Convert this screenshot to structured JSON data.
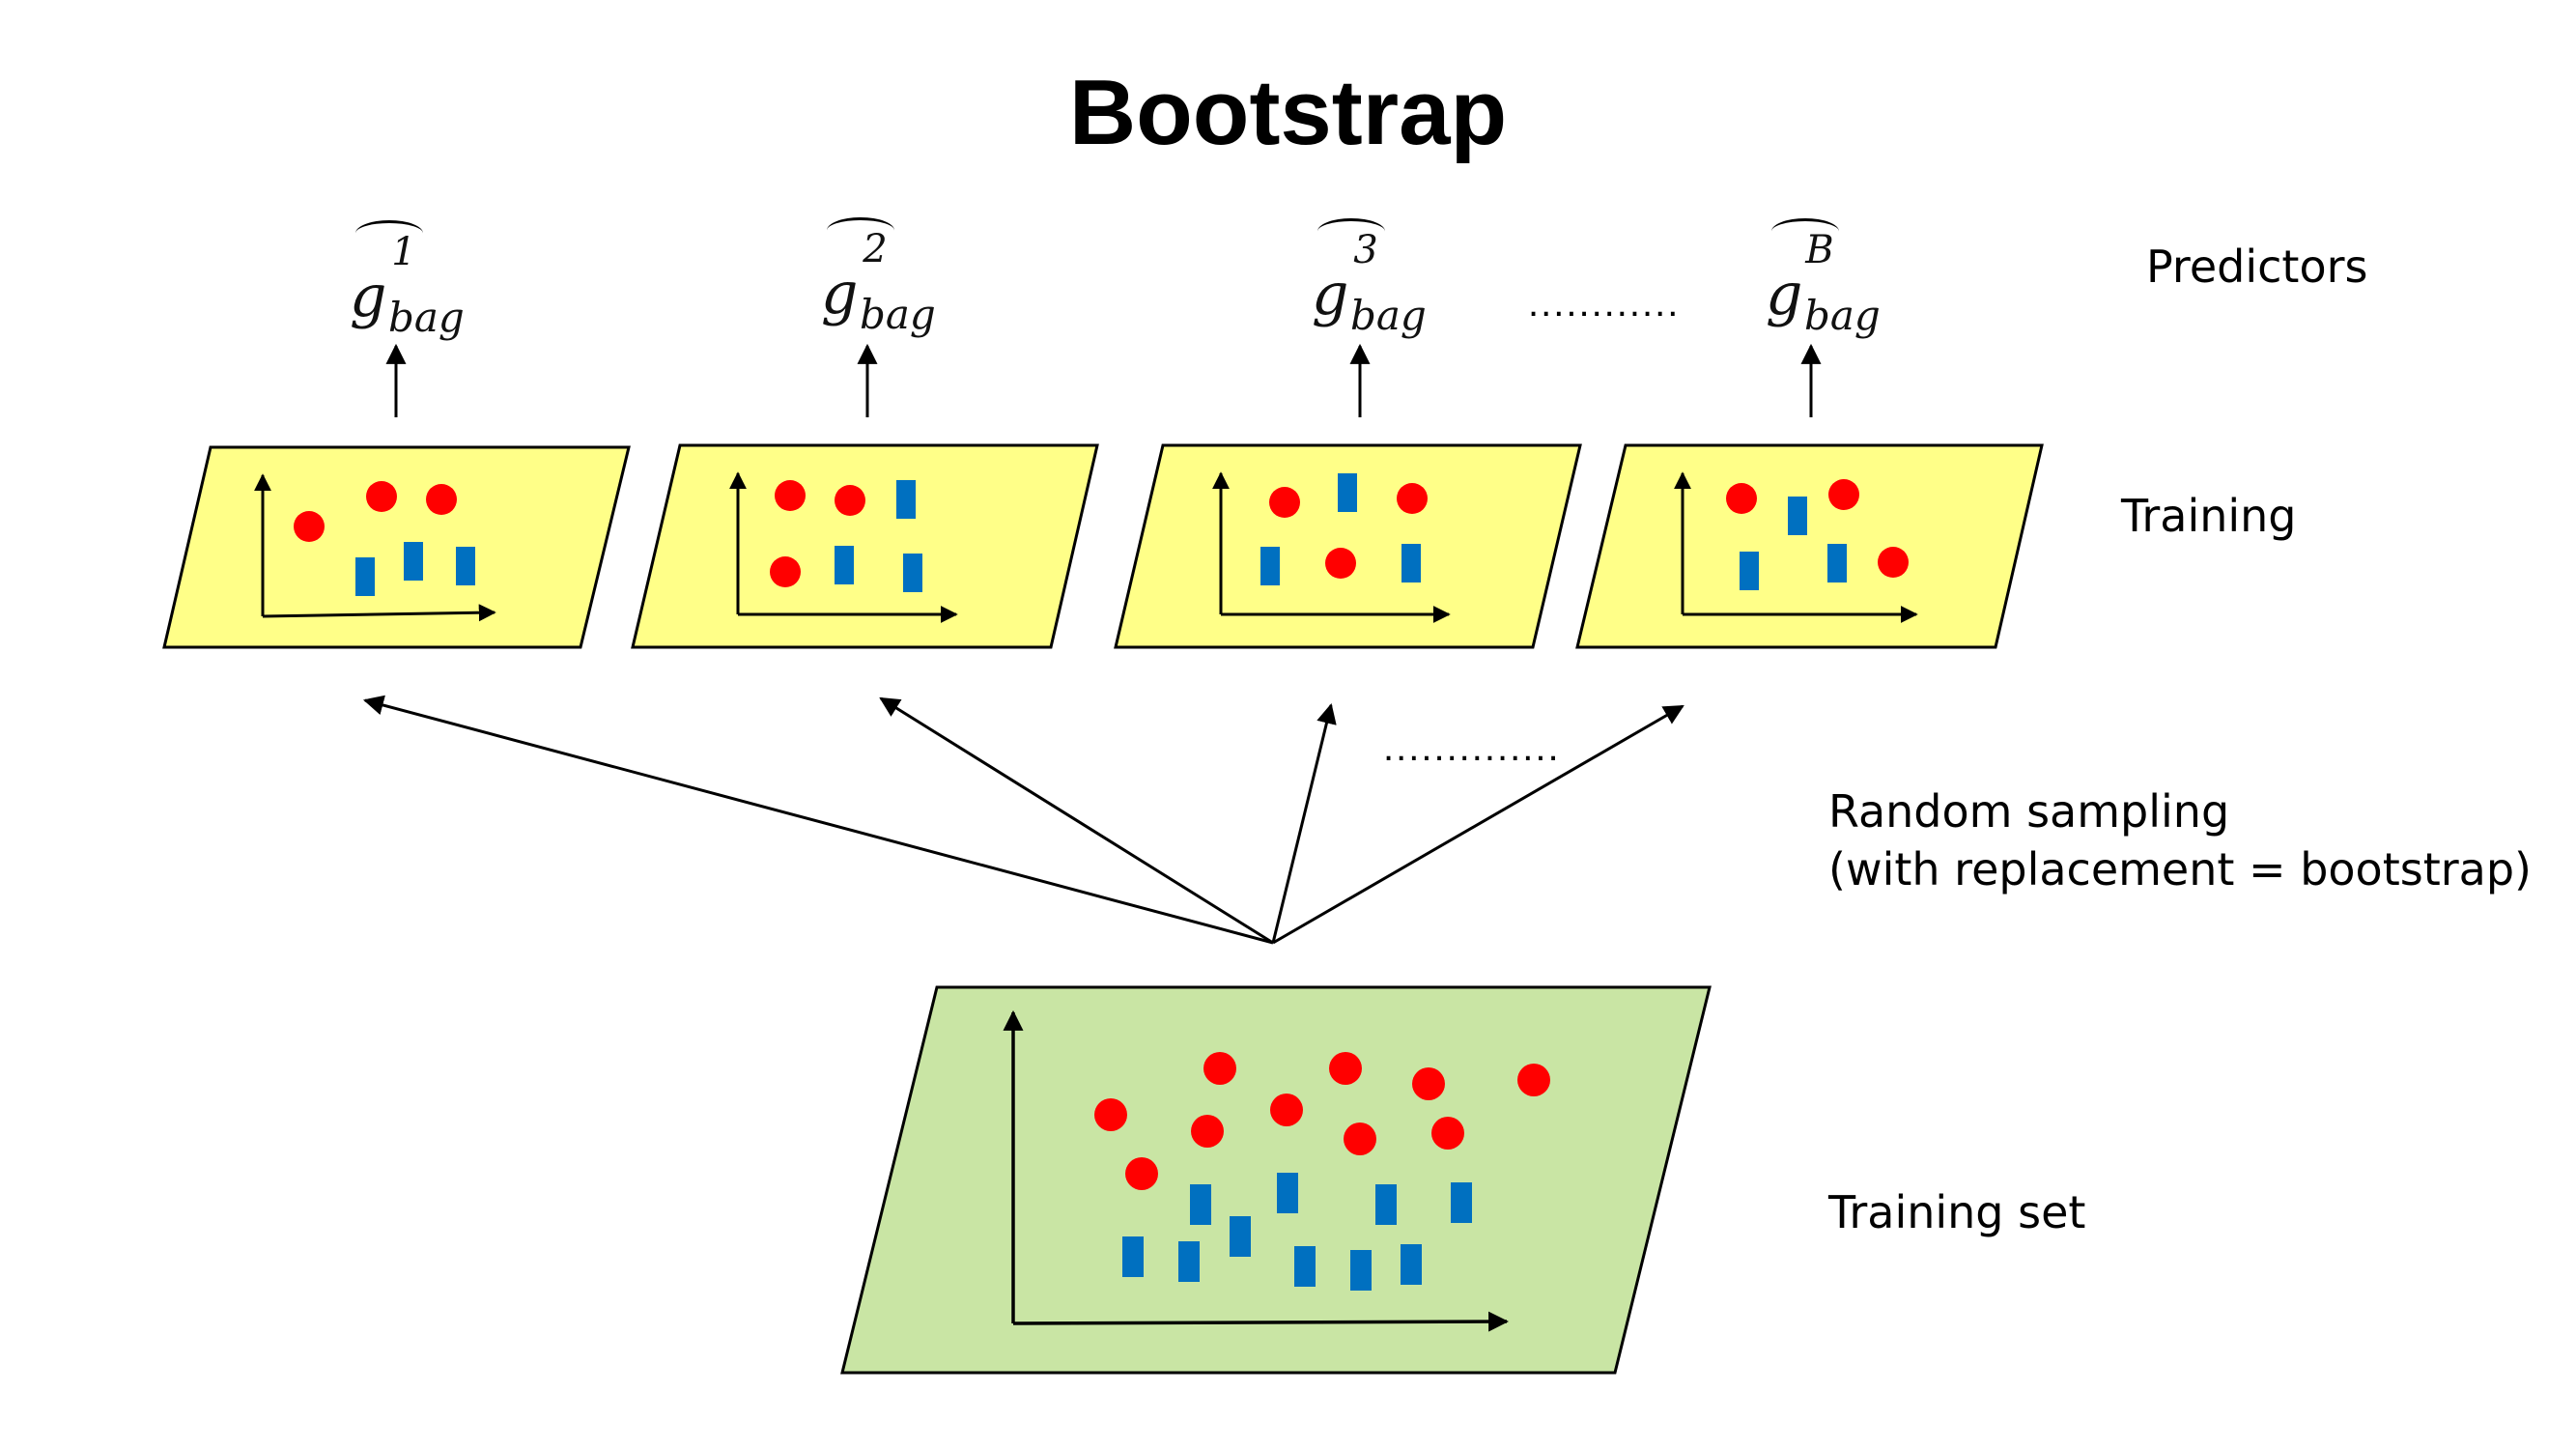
{
  "title": "Bootstrap",
  "labels": {
    "predictors": "Predictors",
    "training": "Training",
    "random_sampling": "Random sampling\n(with replacement = bootstrap)",
    "training_set": "Training set"
  },
  "predictors": [
    {
      "base": "g",
      "sub": "bag",
      "sup": "1"
    },
    {
      "base": "g",
      "sub": "bag",
      "sup": "2"
    },
    {
      "base": "g",
      "sub": "bag",
      "sup": "3"
    },
    {
      "base": "g",
      "sub": "bag",
      "sup": "B"
    }
  ],
  "ellipsis": "............",
  "ellipsis_sampling": "..............",
  "colors": {
    "panel_yellow": "#ffff88",
    "panel_green": "#c9e5a4",
    "circle": "#ff0000",
    "rect": "#0070c0"
  }
}
